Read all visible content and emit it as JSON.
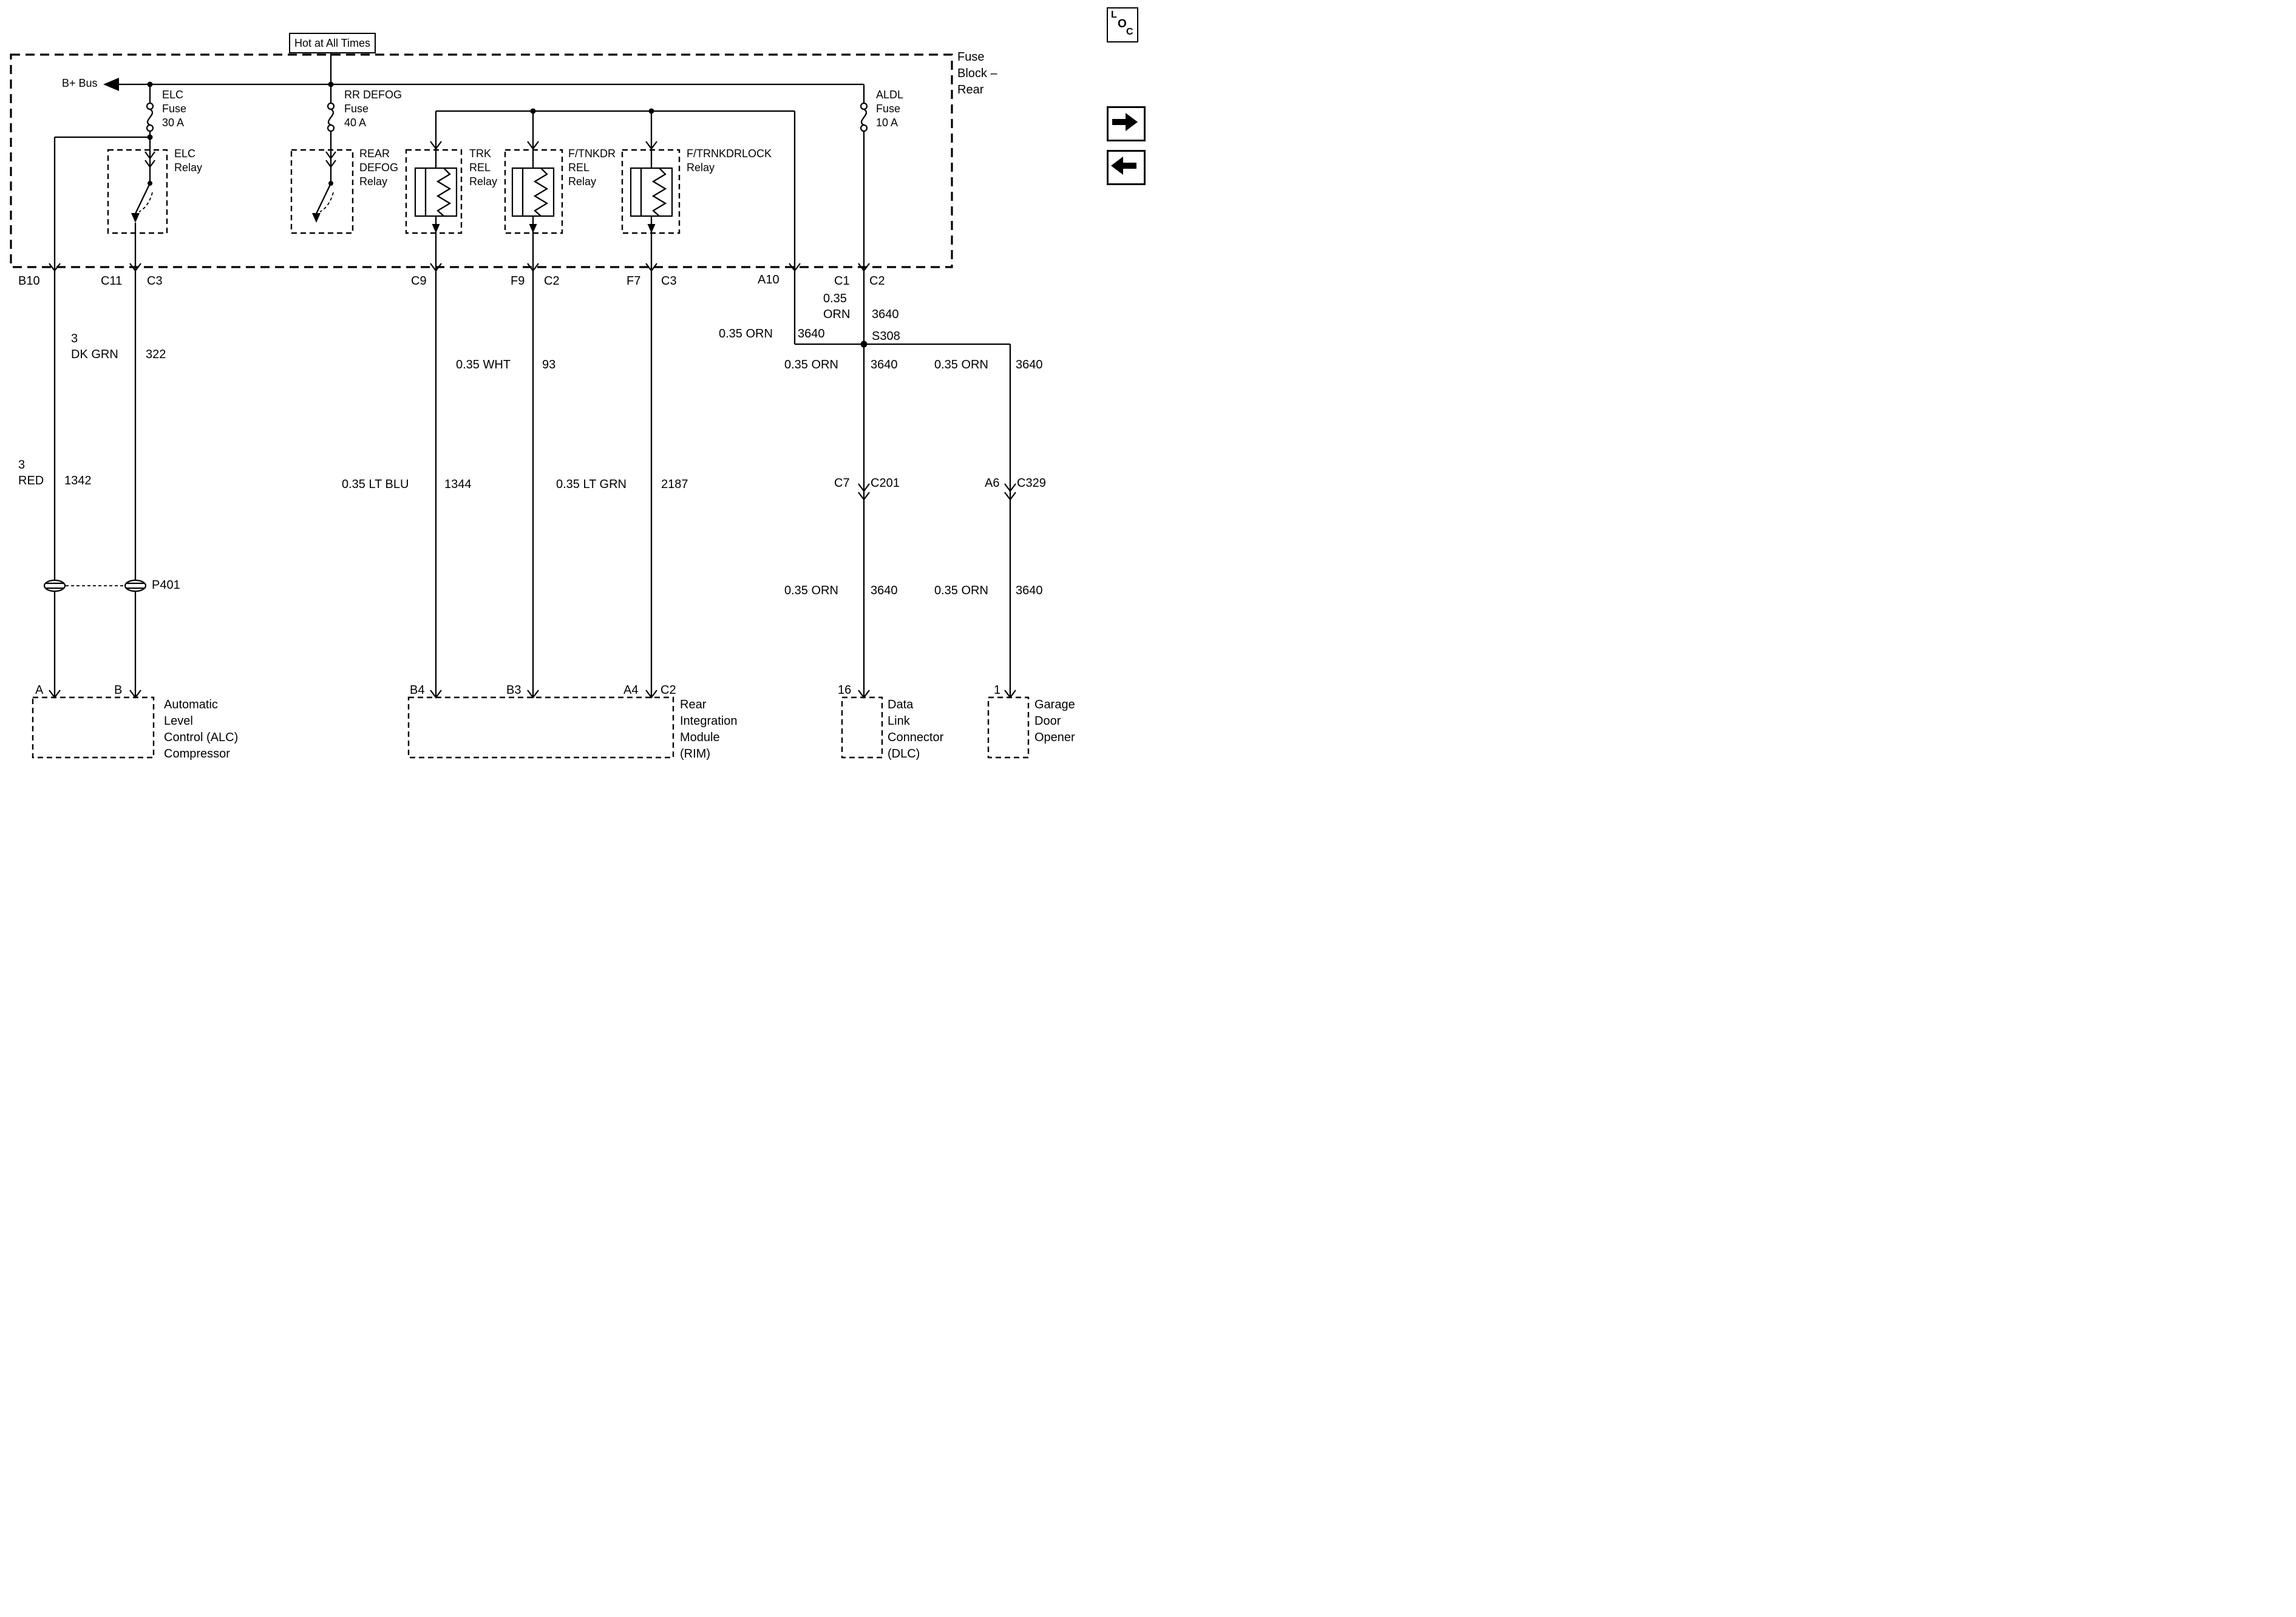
{
  "header": {
    "hot_label": "Hot at All Times",
    "bus_label": "B+ Bus",
    "fuse_block_title": [
      "Fuse",
      "Block –",
      "Rear"
    ]
  },
  "fuses": {
    "elc": [
      "ELC",
      "Fuse",
      "30 A"
    ],
    "rr_defog": [
      "RR DEFOG",
      "Fuse",
      "40 A"
    ],
    "aldl": [
      "ALDL",
      "Fuse",
      "10 A"
    ]
  },
  "relays": {
    "elc": [
      "ELC",
      "Relay"
    ],
    "rear_defog": [
      "REAR",
      "DEFOG",
      "Relay"
    ],
    "trk": [
      "TRK",
      "REL",
      "Relay"
    ],
    "ftnkdr": [
      "F/TNKDR",
      "REL",
      "Relay"
    ],
    "ftrnkdrlock": [
      "F/TRNKDRLOCK",
      "Relay"
    ]
  },
  "block_pins": {
    "b10": "B10",
    "c11": "C11",
    "c3_left": "C3",
    "c9": "C9",
    "f9": "F9",
    "c2_mid": "C2",
    "f7": "F7",
    "c3_right": "C3",
    "a10": "A10",
    "c1": "C1",
    "c2_right": "C2"
  },
  "wires": {
    "dk_grn": {
      "gauge": "3",
      "color": "DK GRN",
      "circuit": "322"
    },
    "red": {
      "gauge": "3",
      "color": "RED",
      "circuit": "1342"
    },
    "wht": {
      "label": "0.35 WHT",
      "circuit": "93"
    },
    "lt_blu": {
      "label": "0.35 LT BLU",
      "circuit": "1344"
    },
    "lt_grn": {
      "label": "0.35 LT GRN",
      "circuit": "2187"
    },
    "orn_c1": {
      "size": "0.35",
      "color": "ORN",
      "circuit": "3640"
    },
    "orn_a10": {
      "label": "0.35 ORN",
      "circuit": "3640"
    },
    "orn_dlc_upper": {
      "label": "0.35 ORN",
      "circuit": "3640"
    },
    "orn_gdo_upper": {
      "label": "0.35 ORN",
      "circuit": "3640"
    },
    "orn_dlc_lower": {
      "label": "0.35 ORN",
      "circuit": "3640"
    },
    "orn_gdo_lower": {
      "label": "0.35 ORN",
      "circuit": "3640"
    }
  },
  "splice_s308": "S308",
  "connectors": {
    "p401": "P401",
    "c201": {
      "pin": "C7",
      "name": "C201"
    },
    "c329": {
      "pin": "A6",
      "name": "C329"
    }
  },
  "components": {
    "alc": {
      "pin_a": "A",
      "pin_b": "B",
      "name": [
        "Automatic",
        "Level",
        "Control (ALC)",
        "Compressor"
      ]
    },
    "rim": {
      "pin_b4": "B4",
      "pin_b3": "B3",
      "pin_a4": "A4",
      "conn": "C2",
      "name": [
        "Rear",
        "Integration",
        "Module",
        "(RIM)"
      ]
    },
    "dlc": {
      "pin": "16",
      "name": [
        "Data",
        "Link",
        "Connector",
        "(DLC)"
      ]
    },
    "gdo": {
      "pin": "1",
      "name": [
        "Garage",
        "Door",
        "Opener"
      ]
    }
  },
  "nav": {
    "loc": [
      "L",
      "O",
      "C"
    ]
  }
}
